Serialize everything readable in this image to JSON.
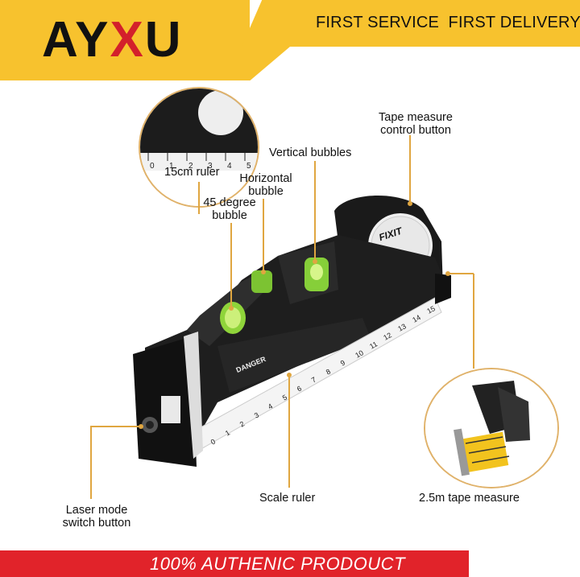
{
  "header": {
    "logo_left": "AY",
    "logo_x": "X",
    "logo_right": "U",
    "tagline": "FIRST SERVICE  FIRST DELIVERY"
  },
  "callouts": {
    "ruler_15cm": "15cm ruler",
    "horizontal_bubble_1": "Horizontal",
    "horizontal_bubble_2": "bubble",
    "degree_bubble_1": "45 degree",
    "degree_bubble_2": "bubble",
    "vertical_bubbles": "Vertical bubbles",
    "tape_control_1": "Tape measure",
    "tape_control_2": "control button",
    "laser_switch_1": "Laser mode",
    "laser_switch_2": "switch button",
    "scale_ruler": "Scale ruler",
    "tape_measure": "2.5m tape measure"
  },
  "product": {
    "brand": "FIXIT",
    "warning": "DANGER"
  },
  "ruler_ticks": [
    "0",
    "1",
    "2",
    "3",
    "4",
    "5",
    "6",
    "7",
    "8",
    "9",
    "10",
    "11",
    "12",
    "13",
    "14",
    "15"
  ],
  "footer": {
    "text": "100% AUTHENIC PRODOUCT"
  },
  "colors": {
    "accent_yellow": "#f7c22e",
    "accent_red": "#e1232a",
    "callout_line": "#e0a640"
  }
}
